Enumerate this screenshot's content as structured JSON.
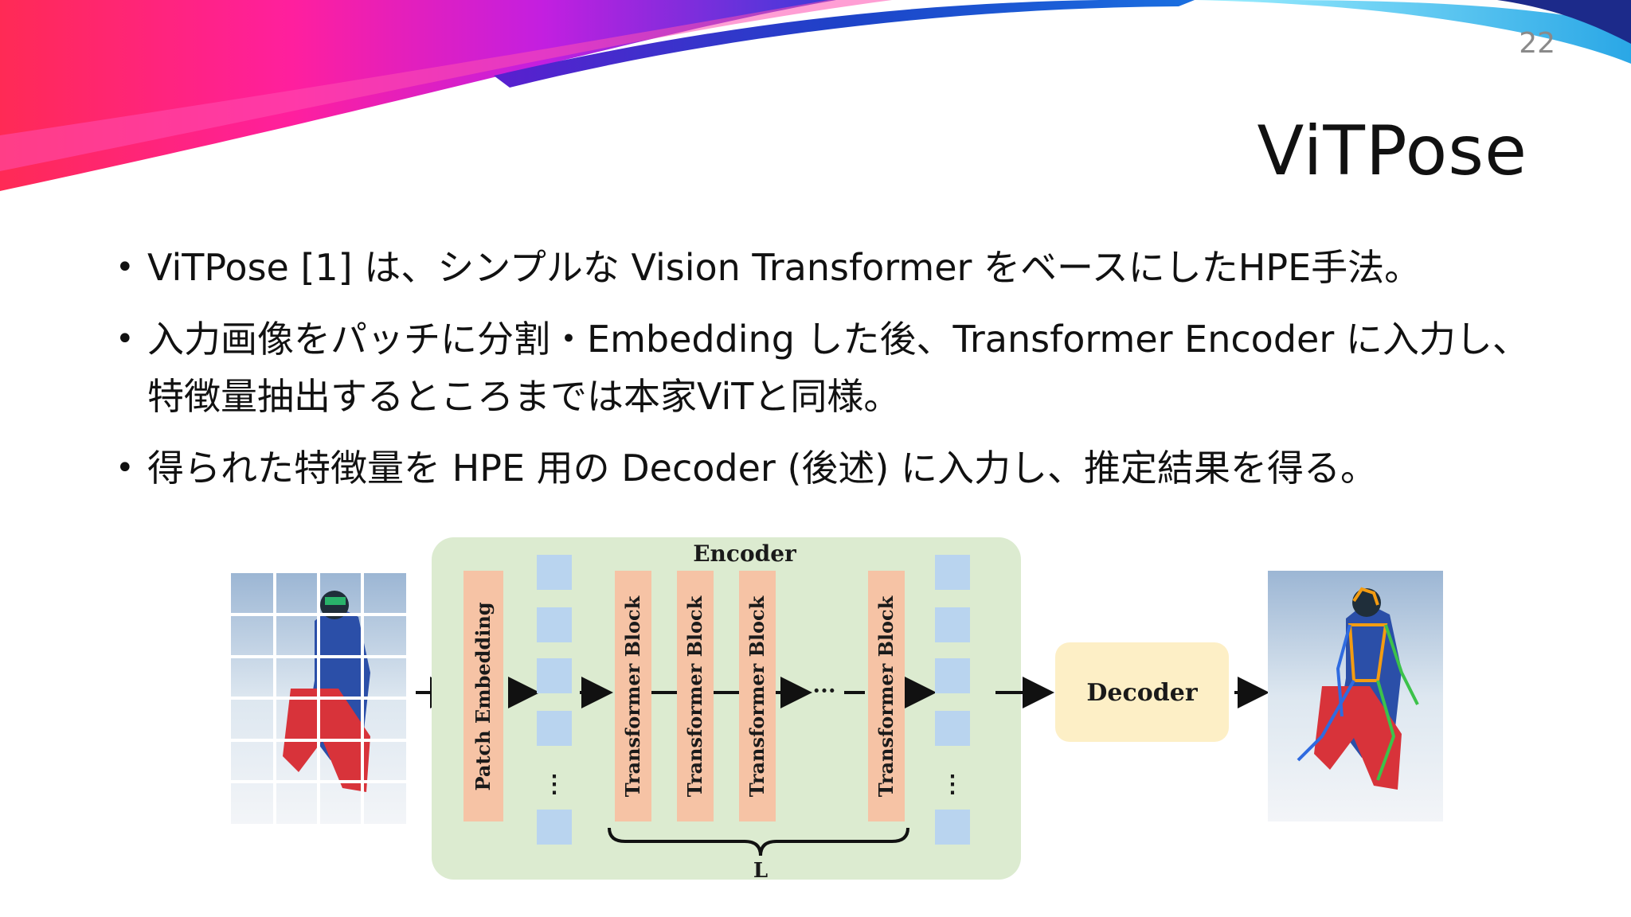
{
  "slide": {
    "page_number": "22",
    "title": "ViTPose",
    "colors": {
      "accent_pink": "#ff2d95",
      "accent_blue": "#1f5fd6",
      "accent_cyan": "#7fe0ff"
    }
  },
  "bullets": [
    "ViTPose [1] は、シンプルな Vision Transformer をベースにしたHPE手法。",
    "入力画像をパッチに分割・Embedding した後、Transformer Encoder に入力し、特徴量抽出するところまでは本家ViTと同様。",
    "得られた特徴量を HPE 用の Decoder (後述) に入力し、推定結果を得る。"
  ],
  "diagram": {
    "encoder_label": "Encoder",
    "patch_embedding_label": "Patch Embedding",
    "transformer_block_label": "Transformer Block",
    "ellipsis": "···",
    "vertical_ellipsis": "⋮",
    "repeat_label": "L",
    "decoder_label": "Decoder",
    "colors": {
      "encoder_bg": "#dcebd0",
      "block_fill": "#f6c3a5",
      "token_fill": "#b9d4ef",
      "decoder_fill": "#fdefc6"
    }
  }
}
